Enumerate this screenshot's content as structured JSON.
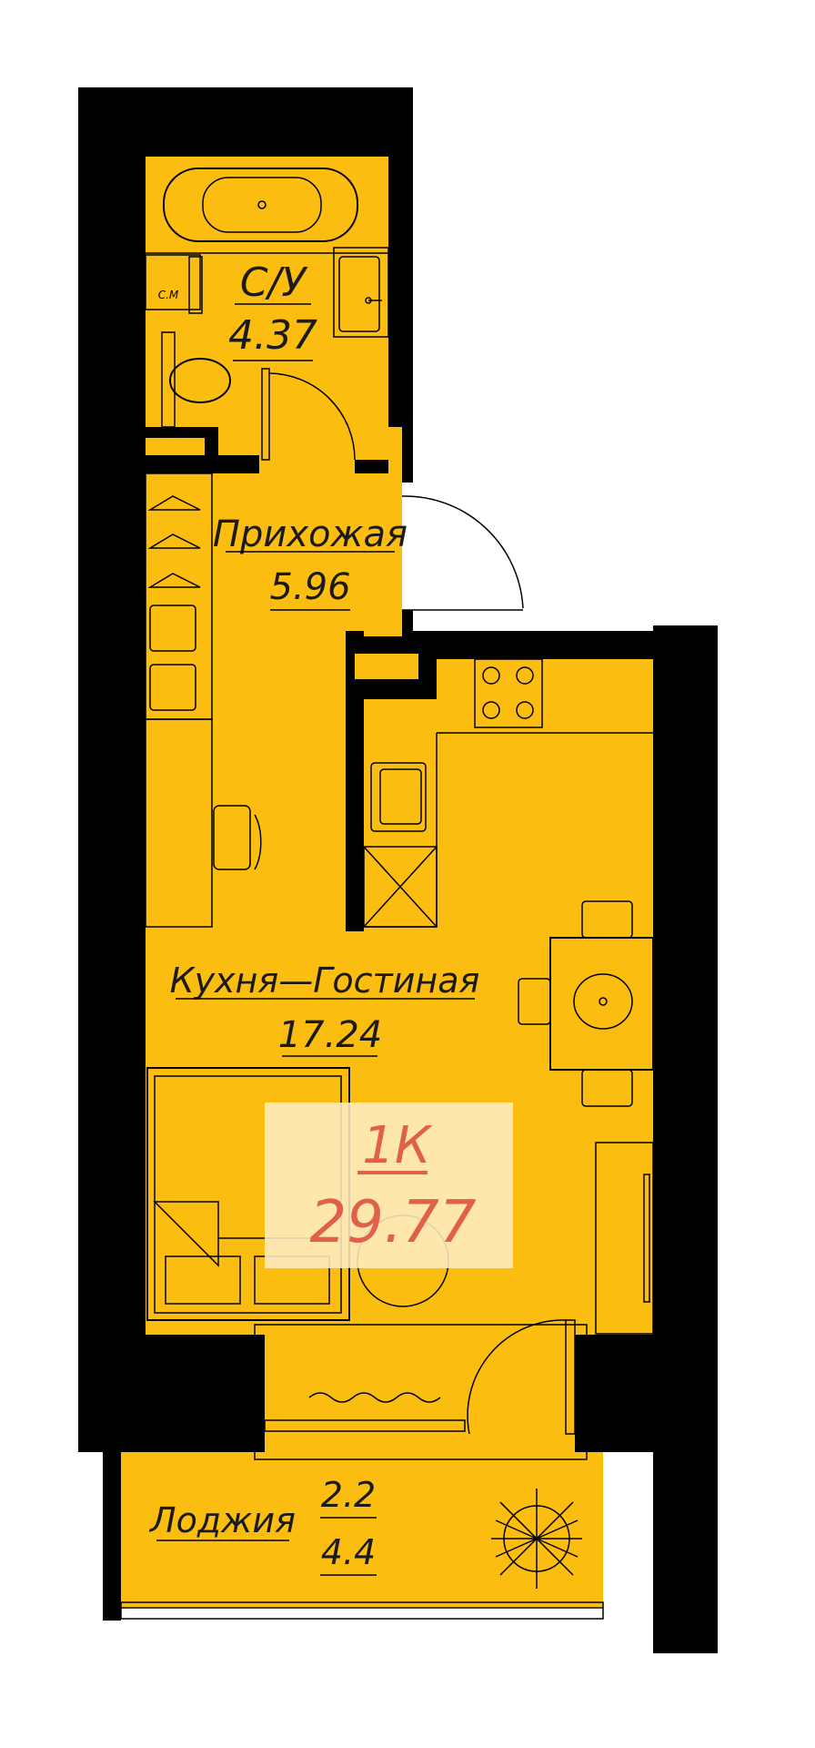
{
  "plan": {
    "apartment_type": "1К",
    "total_area": "29.77",
    "rooms": [
      {
        "name": "С/У",
        "area": "4.37"
      },
      {
        "name": "Прихожая",
        "area": "5.96"
      },
      {
        "name": "Кухня—Гостиная",
        "area": "17.24"
      },
      {
        "name": "Лоджия",
        "area": "2.2",
        "area_full": "4.4"
      }
    ],
    "washer_label": "С.М"
  },
  "colors": {
    "room_fill": "#fbbd10",
    "wall": "#000000",
    "accent_text": "#e0604a",
    "badge_bg": "#fdedc3"
  }
}
